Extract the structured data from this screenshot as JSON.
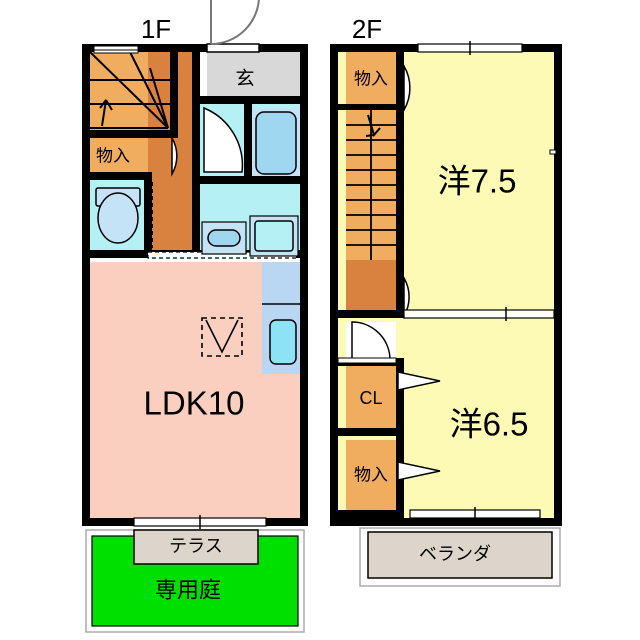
{
  "document": {
    "type": "japanese-floor-plan",
    "title": "2LDK Maisonette Floor Plan",
    "background_color": "#ffffff"
  },
  "floors": [
    {
      "id": "floor-1",
      "label": "1F",
      "rooms": [
        {
          "name": "entrance",
          "label": "玄",
          "color": "#d8d8d8"
        },
        {
          "name": "staircase",
          "label": "",
          "color": "#f0ad60"
        },
        {
          "name": "storage-1f",
          "label": "物入",
          "color": "#f0ad60"
        },
        {
          "name": "hallway",
          "label": "",
          "color": "#d9813f"
        },
        {
          "name": "toilet",
          "label": "",
          "color": "#b5f1f4"
        },
        {
          "name": "bathroom",
          "label": "",
          "color": "#c4e3f7"
        },
        {
          "name": "washroom",
          "label": "",
          "color": "#b5f1f4"
        },
        {
          "name": "living-dining-kitchen",
          "label": "LDK10",
          "color": "#fbcfbf"
        },
        {
          "name": "kitchen-counter",
          "label": "",
          "color": "#b9d6f2"
        },
        {
          "name": "terrace",
          "label": "テラス",
          "color": "#ddd5cc"
        },
        {
          "name": "private-garden",
          "label": "専用庭",
          "color": "#00e000"
        }
      ]
    },
    {
      "id": "floor-2",
      "label": "2F",
      "rooms": [
        {
          "name": "storage-2f-top",
          "label": "物入",
          "color": "#f0ad60"
        },
        {
          "name": "staircase-2f",
          "label": "",
          "color": "#f0ad60"
        },
        {
          "name": "landing",
          "label": "",
          "color": "#d9813f"
        },
        {
          "name": "western-room-7-5",
          "label": "洋7.5",
          "color": "#fcfab4"
        },
        {
          "name": "closet",
          "label": "CL",
          "color": "#f0ad60"
        },
        {
          "name": "storage-2f-bottom",
          "label": "物入",
          "color": "#f0ad60"
        },
        {
          "name": "western-room-6-5",
          "label": "洋6.5",
          "color": "#fcfab4"
        },
        {
          "name": "veranda",
          "label": "ベランダ",
          "color": "#ddd5cc"
        }
      ]
    }
  ],
  "labels": {
    "floor1_title": "1F",
    "floor2_title": "2F",
    "entrance": "玄",
    "storage_1f": "物入",
    "ldk": "LDK10",
    "terrace": "テラス",
    "garden": "専用庭",
    "storage_2f_top": "物入",
    "room_7_5": "洋7.5",
    "closet": "CL",
    "storage_2f_bottom": "物入",
    "room_6_5": "洋6.5",
    "veranda": "ベランダ"
  },
  "palette": {
    "wall": "#000000",
    "room_yellow": "#fcfab4",
    "room_pink": "#fbcfbf",
    "wood_orange": "#f0ad60",
    "hall_orange": "#d9813f",
    "water_cyan": "#b5f1f4",
    "water_blue": "#c4e3f7",
    "fixture_blue": "#b9d6f2",
    "grey_entry": "#d8d8d8",
    "beige_deck": "#ddd5cc",
    "garden_green": "#00e000",
    "white": "#ffffff"
  }
}
